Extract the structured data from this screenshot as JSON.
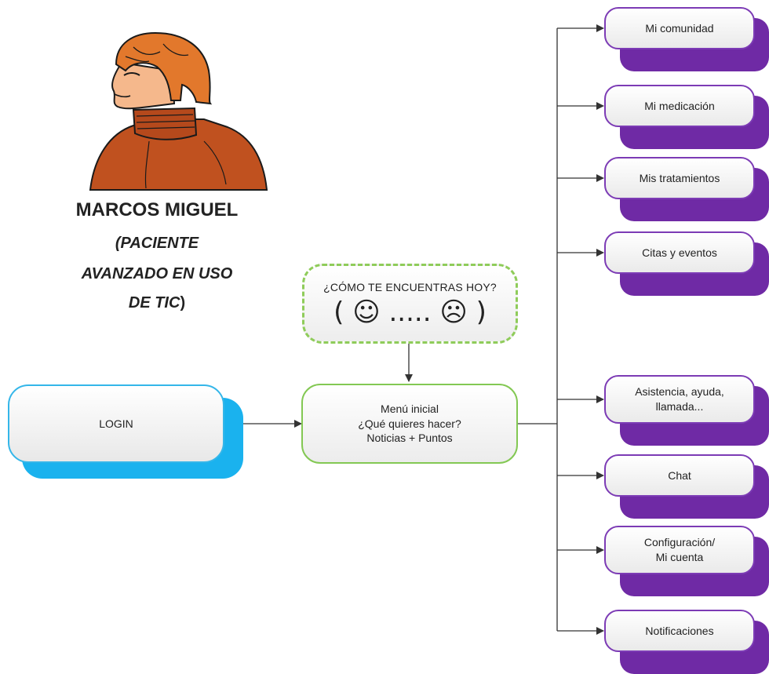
{
  "persona": {
    "name": "MARCOS MIGUEL",
    "subtitle_line1": "(PACIENTE",
    "subtitle_line2": "AVANZADO EN USO",
    "subtitle_line3_a": "DE ",
    "subtitle_line3_b": "TIC",
    "subtitle_line3_c": ")"
  },
  "login": {
    "label": "LOGIN"
  },
  "mood": {
    "question": "¿CÓMO TE ENCUENTRAS HOY?",
    "scale": "( ☺ ..... ☹ )"
  },
  "main_menu": {
    "line1": "Menú inicial",
    "line2": "¿Qué quieres hacer?",
    "line3": "Noticias + Puntos"
  },
  "menu_items": [
    {
      "line1": "Mi comunidad",
      "line2": ""
    },
    {
      "line1": "Mi medicación",
      "line2": ""
    },
    {
      "line1": "Mis tratamientos",
      "line2": ""
    },
    {
      "line1": "Citas y eventos",
      "line2": ""
    },
    {
      "line1": "Asistencia, ayuda,",
      "line2": "llamada..."
    },
    {
      "line1": "Chat",
      "line2": ""
    },
    {
      "line1": "Configuración/",
      "line2": "Mi cuenta"
    },
    {
      "line1": "Notificaciones",
      "line2": ""
    }
  ],
  "colors": {
    "menu_border": "#7c3bb5",
    "menu_shadow": "#6f2aa5",
    "login_border": "#34b6e9",
    "login_shadow": "#1ab2ee",
    "main_border": "#83c853",
    "mood_border": "#8fcc5a",
    "connector": "#333333"
  }
}
